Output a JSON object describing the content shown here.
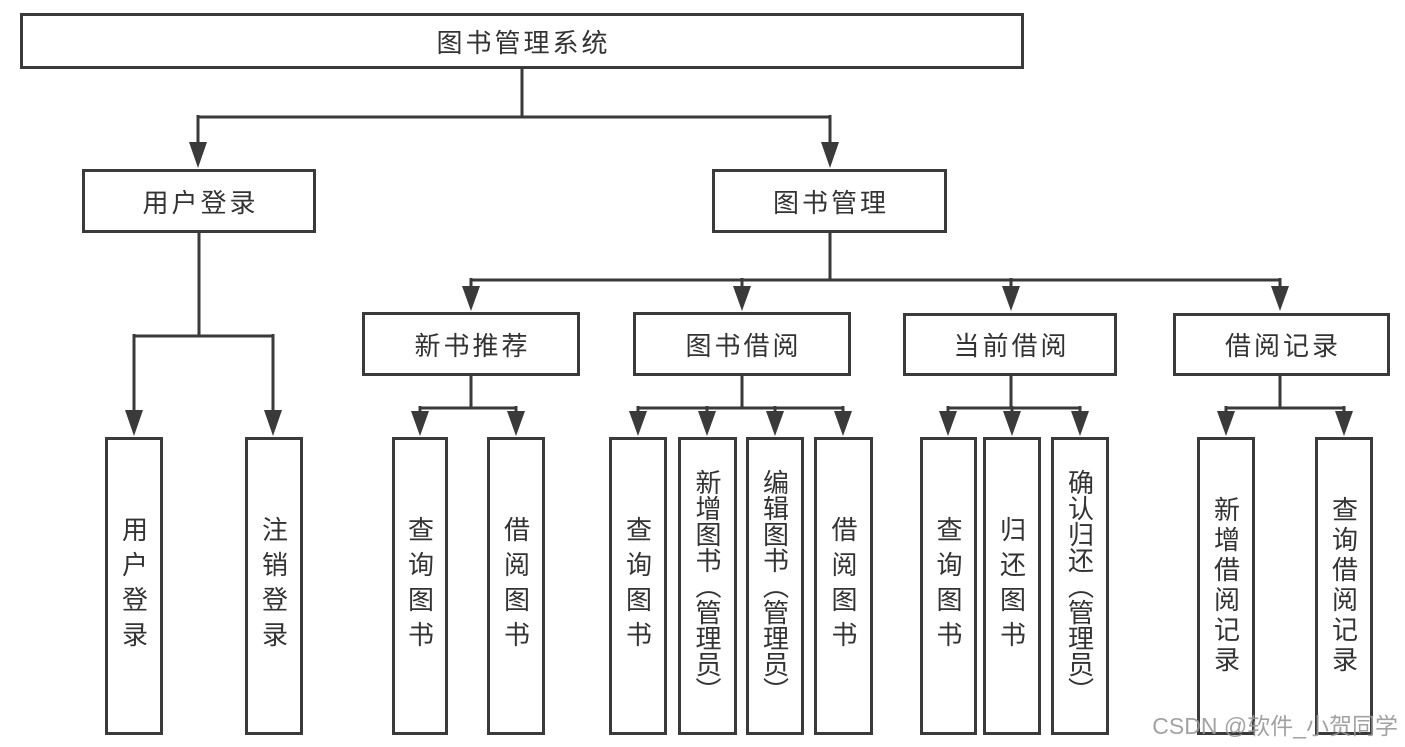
{
  "colors": {
    "line": "#3a3a3a",
    "text": "#333333",
    "background": "#ffffff",
    "watermark": "#999999"
  },
  "root": {
    "label": "图书管理系统"
  },
  "branches": [
    {
      "label": "用户登录",
      "children": [
        {
          "label": "用户登录"
        },
        {
          "label": "注销登录"
        }
      ]
    },
    {
      "label": "图书管理",
      "sections": [
        {
          "label": "新书推荐",
          "children": [
            {
              "label": "查询图书"
            },
            {
              "label": "借阅图书"
            }
          ]
        },
        {
          "label": "图书借阅",
          "children": [
            {
              "label": "查询图书"
            },
            {
              "label": "新增图书（管理员）"
            },
            {
              "label": "编辑图书（管理员）"
            },
            {
              "label": "借阅图书"
            }
          ]
        },
        {
          "label": "当前借阅",
          "children": [
            {
              "label": "查询图书"
            },
            {
              "label": "归还图书"
            },
            {
              "label": "确认归还（管理员）"
            }
          ]
        },
        {
          "label": "借阅记录",
          "children": [
            {
              "label": "新增借阅记录"
            },
            {
              "label": "查询借阅记录"
            }
          ]
        }
      ]
    }
  ],
  "watermark": {
    "text": "CSDN @软件_小贺同学"
  }
}
